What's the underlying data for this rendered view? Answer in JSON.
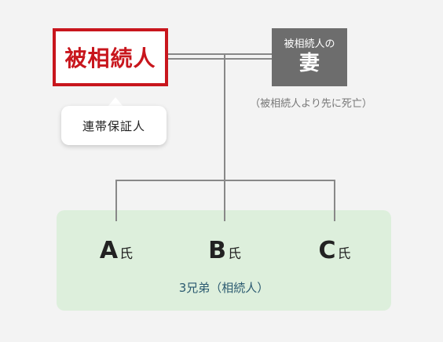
{
  "decedent": {
    "label": "被相続人"
  },
  "joint_guarantor": {
    "label": "連帯保証人"
  },
  "wife": {
    "label_top": "被相続人の",
    "label_main": "妻",
    "note": "（被相続人より先に死亡）"
  },
  "heirs": {
    "items": [
      {
        "letter": "A",
        "suffix": "氏"
      },
      {
        "letter": "B",
        "suffix": "氏"
      },
      {
        "letter": "C",
        "suffix": "氏"
      }
    ],
    "caption": "3兄弟（相続人）"
  },
  "colors": {
    "decedent_red": "#c8161d",
    "wife_gray": "#6d6d6d",
    "heirs_green_bg": "#ddefdc",
    "connector_gray": "#888888",
    "caption_blue": "#2b5a70"
  }
}
